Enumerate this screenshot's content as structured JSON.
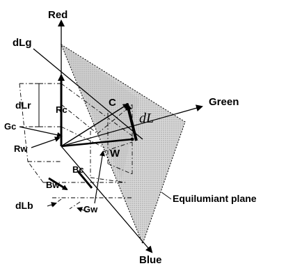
{
  "diagram": {
    "axes": {
      "red": "Red",
      "green": "Green",
      "blue": "Blue"
    },
    "vectors": {
      "dLg": "dLg",
      "dLr": "dLr",
      "dLb": "dLb",
      "dL": "dL",
      "C": "C",
      "W": "W"
    },
    "components": {
      "Rc": "Rc",
      "Rw": "Rw",
      "Gc": "Gc",
      "Gw": "Gw",
      "Bw": "Bw",
      "Bc": "Bc"
    },
    "plane_label": "Equilumiant plane",
    "colors": {
      "plane_fill": "#c8c8c8",
      "ink": "#000000"
    }
  }
}
